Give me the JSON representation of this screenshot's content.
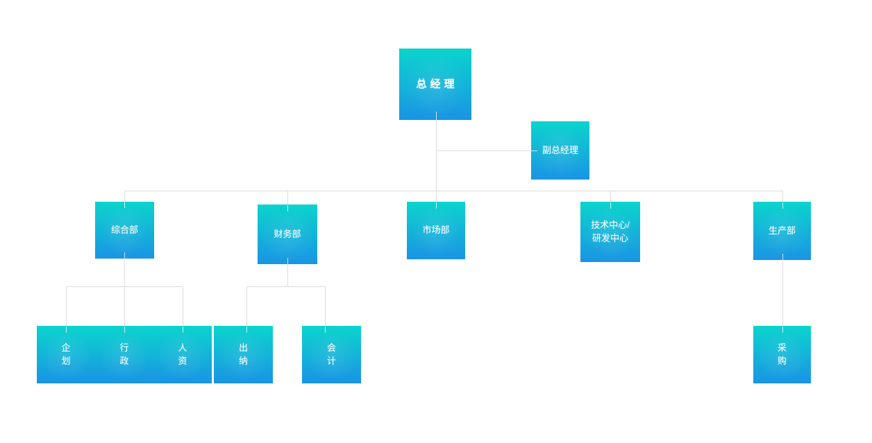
{
  "style": {
    "background": "#ffffff",
    "node_gradient_top": "#0bd4cd",
    "node_gradient_bottom": "#1a94e4",
    "connector_color": "#dcdcdc",
    "node_text_color": "#ffffff"
  },
  "chart_data": {
    "type": "org-chart",
    "title": "",
    "structure": [
      {
        "parent": "总经理",
        "assistant": "副总经理"
      },
      {
        "parent": "总经理",
        "children": [
          "综合部",
          "财务部",
          "市场部",
          "技术中心/研发中心",
          "生产部"
        ]
      },
      {
        "parent": "综合部",
        "children": [
          "企划",
          "行政",
          "人资"
        ]
      },
      {
        "parent": "财务部",
        "children": [
          "出纳",
          "会计"
        ]
      },
      {
        "parent": "生产部",
        "children": [
          "采购"
        ]
      }
    ]
  },
  "nodes": [
    {
      "id": "general-manager",
      "label": "总经理"
    },
    {
      "id": "deputy-general-manager",
      "label": "副总经理"
    },
    {
      "id": "general-dept",
      "label": "综合部"
    },
    {
      "id": "finance-dept",
      "label": "财务部"
    },
    {
      "id": "marketing-dept",
      "label": "市场部"
    },
    {
      "id": "tech-rd-center",
      "label": "技术中心/\n研发中心"
    },
    {
      "id": "production-dept",
      "label": "生产部"
    },
    {
      "id": "planning",
      "label": "企\n划"
    },
    {
      "id": "administration",
      "label": "行\n政"
    },
    {
      "id": "human-resources",
      "label": "人\n资"
    },
    {
      "id": "cashier",
      "label": "出\n纳"
    },
    {
      "id": "accounting",
      "label": "会\n计"
    },
    {
      "id": "procurement",
      "label": "采\n购"
    }
  ]
}
